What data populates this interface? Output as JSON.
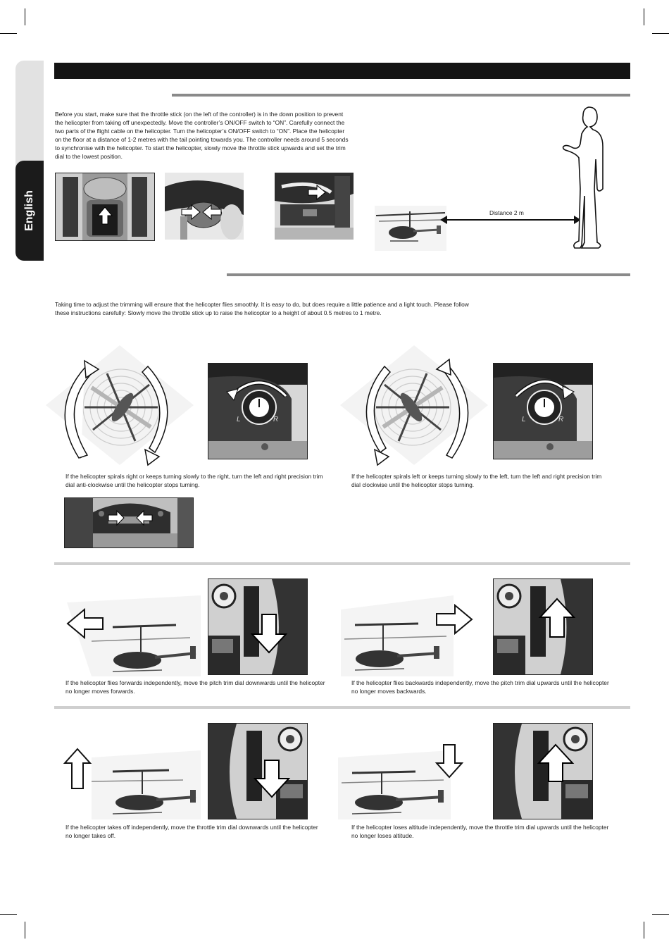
{
  "sidebar": {
    "language_tab": "English"
  },
  "sections": {
    "start": {
      "paragraph": "Before you start, make sure that the throttle stick (on the left of the controller) is in the down position to prevent the helicopter from taking off unexpectedly. Move the controller’s ON/OFF switch to “ON”. Carefully connect the two parts of the flight cable on the helicopter. Turn the helicopter’s ON/OFF switch to “ON”. Place the helicopter on the floor at a distance of 1-2 metres with the tail pointing towards you. The controller needs around 5 seconds to synchronise with the helicopter. To start the helicopter, slowly move the throttle stick upwards and set the trim dial to the lowest position.",
      "distance_label": "Distance 2 m"
    },
    "trimming": {
      "paragraph": "Taking time to adjust the trimming will ensure that the helicopter flies smoothly. It is easy to do, but does require a little patience and a light touch. Please follow these instructions carefully: Slowly move the throttle stick up to raise the helicopter to a height of about 0.5 metres to 1 metre.",
      "dial_left": "L",
      "dial_right": "R",
      "caption_spin_right": "If the helicopter spirals right or keeps turning slowly to the right, turn the left and right precision trim dial anti-clockwise until the helicopter stops turning.",
      "caption_spin_left": "If the helicopter spirals left or keeps turning slowly to the left, turn the left and right precision trim dial clockwise until the helicopter stops turning."
    },
    "pitch": {
      "caption_forward": "If the helicopter flies forwards independently, move the pitch trim dial downwards until the helicopter no longer moves forwards.",
      "caption_backward": "If the helicopter flies backwards independently, move the pitch trim dial upwards until the helicopter no longer moves backwards."
    },
    "throttle": {
      "caption_takeoff": "If the helicopter takes off independently, move the throttle trim dial downwards until the helicopter no longer takes off.",
      "caption_loses": "If the helicopter loses altitude independently, move the throttle trim dial upwards until the helicopter no longer loses altitude."
    }
  }
}
